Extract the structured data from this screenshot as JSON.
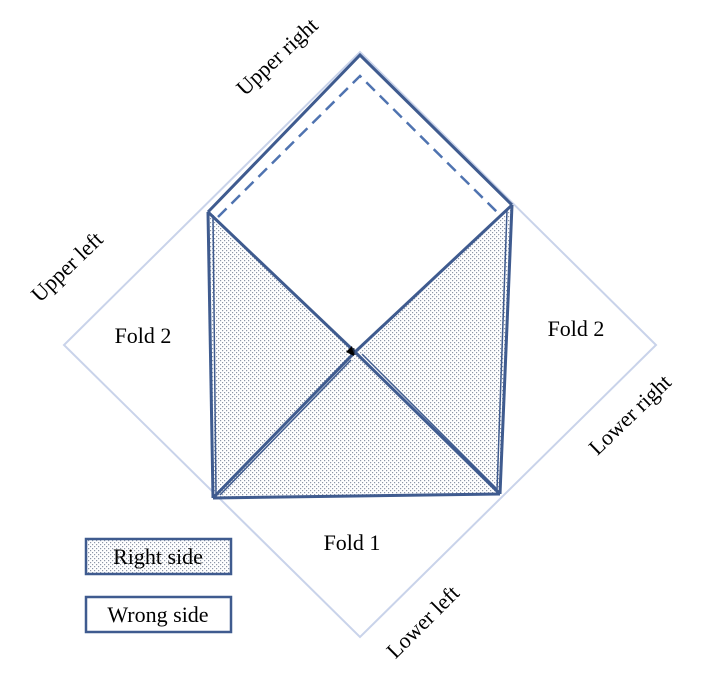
{
  "labels": {
    "upper_right": "Upper right",
    "upper_left": "Upper left",
    "lower_right": "Lower right",
    "lower_left": "Lower left",
    "fold2_left": "Fold 2",
    "fold2_right": "Fold 2",
    "fold1": "Fold 1",
    "center_marker": "1"
  },
  "legend": {
    "right_side": "Right side",
    "wrong_side": "Wrong side"
  },
  "colors": {
    "outline_dark": "#3f5b8f",
    "outline_light": "#c9d3ea",
    "dash": "#4f73b0",
    "dots": "#8e97a8",
    "legend_fill": "#e9ecf2"
  }
}
